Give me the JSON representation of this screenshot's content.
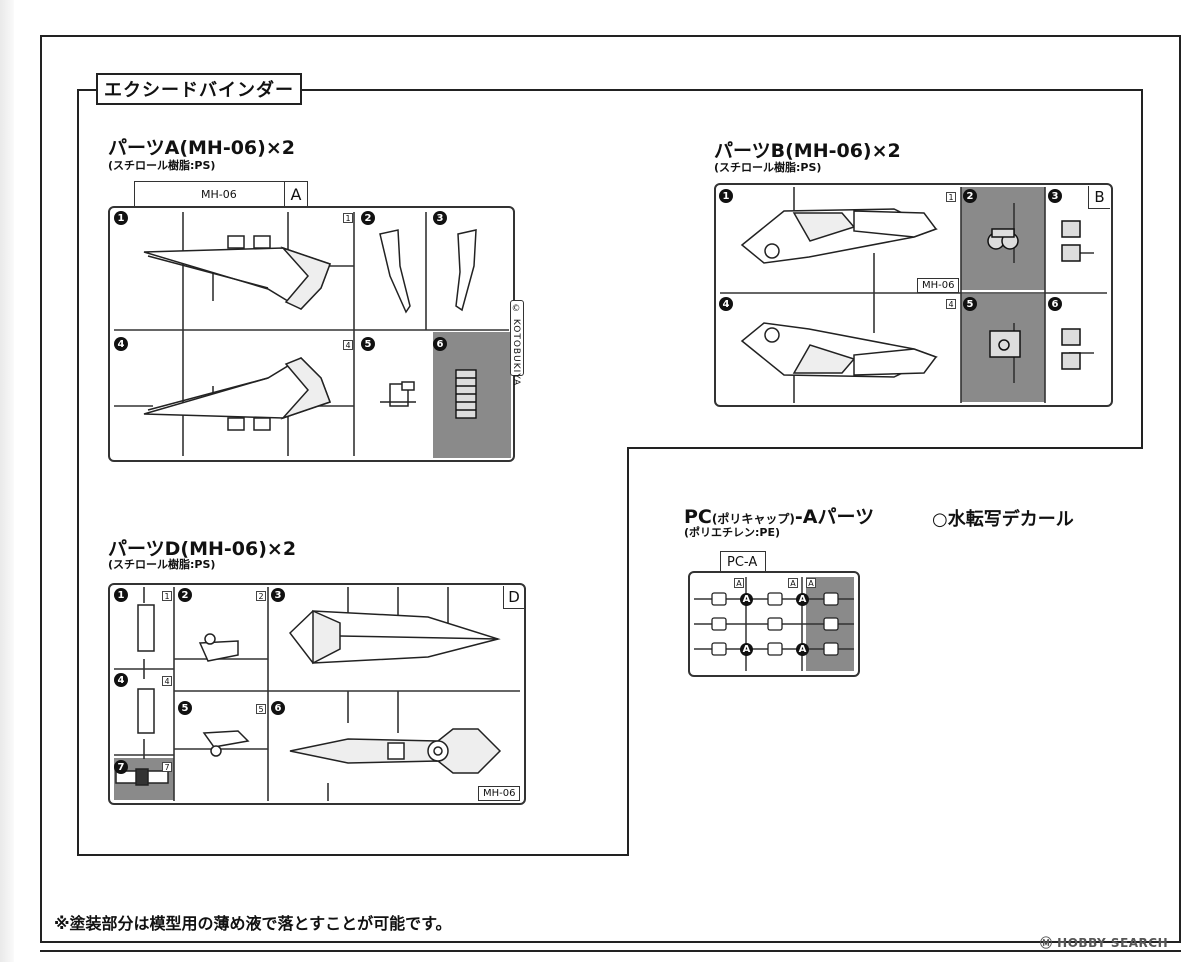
{
  "section_title": "エクシードバインダー",
  "parts_a": {
    "title": "パーツA(MH-06)×2",
    "material": "(スチロール樹脂:PS)",
    "tag": "MH-06",
    "letter": "A",
    "copyright": "© KOTOBUKIYA",
    "numbers": [
      "1",
      "2",
      "3",
      "4",
      "5",
      "6"
    ],
    "small_marks": [
      "1",
      "4"
    ]
  },
  "parts_b": {
    "title": "パーツB(MH-06)×2",
    "material": "(スチロール樹脂:PS)",
    "letter": "B",
    "plate": "MH-06",
    "numbers": [
      "1",
      "2",
      "3",
      "4",
      "5",
      "6"
    ],
    "small_marks": [
      "1",
      "4"
    ]
  },
  "parts_d": {
    "title": "パーツD(MH-06)×2",
    "material": "(スチロール樹脂:PS)",
    "letter": "D",
    "plate": "MH-06",
    "numbers": [
      "1",
      "2",
      "3",
      "4",
      "5",
      "6",
      "7"
    ],
    "small_marks": [
      "1",
      "2",
      "4",
      "5",
      "7"
    ]
  },
  "parts_pc": {
    "title_main": "PC",
    "title_paren": "(ポリキャップ)",
    "title_tail": "-Aパーツ",
    "material": "(ポリエチレン:PE)",
    "tag": "PC-A",
    "marker": "A"
  },
  "decal": "○水転写デカール",
  "note": "※塗装部分は模型用の薄め液で落とすことが可能です。",
  "watermark": "Ⓜ HOBBY SEARCH"
}
